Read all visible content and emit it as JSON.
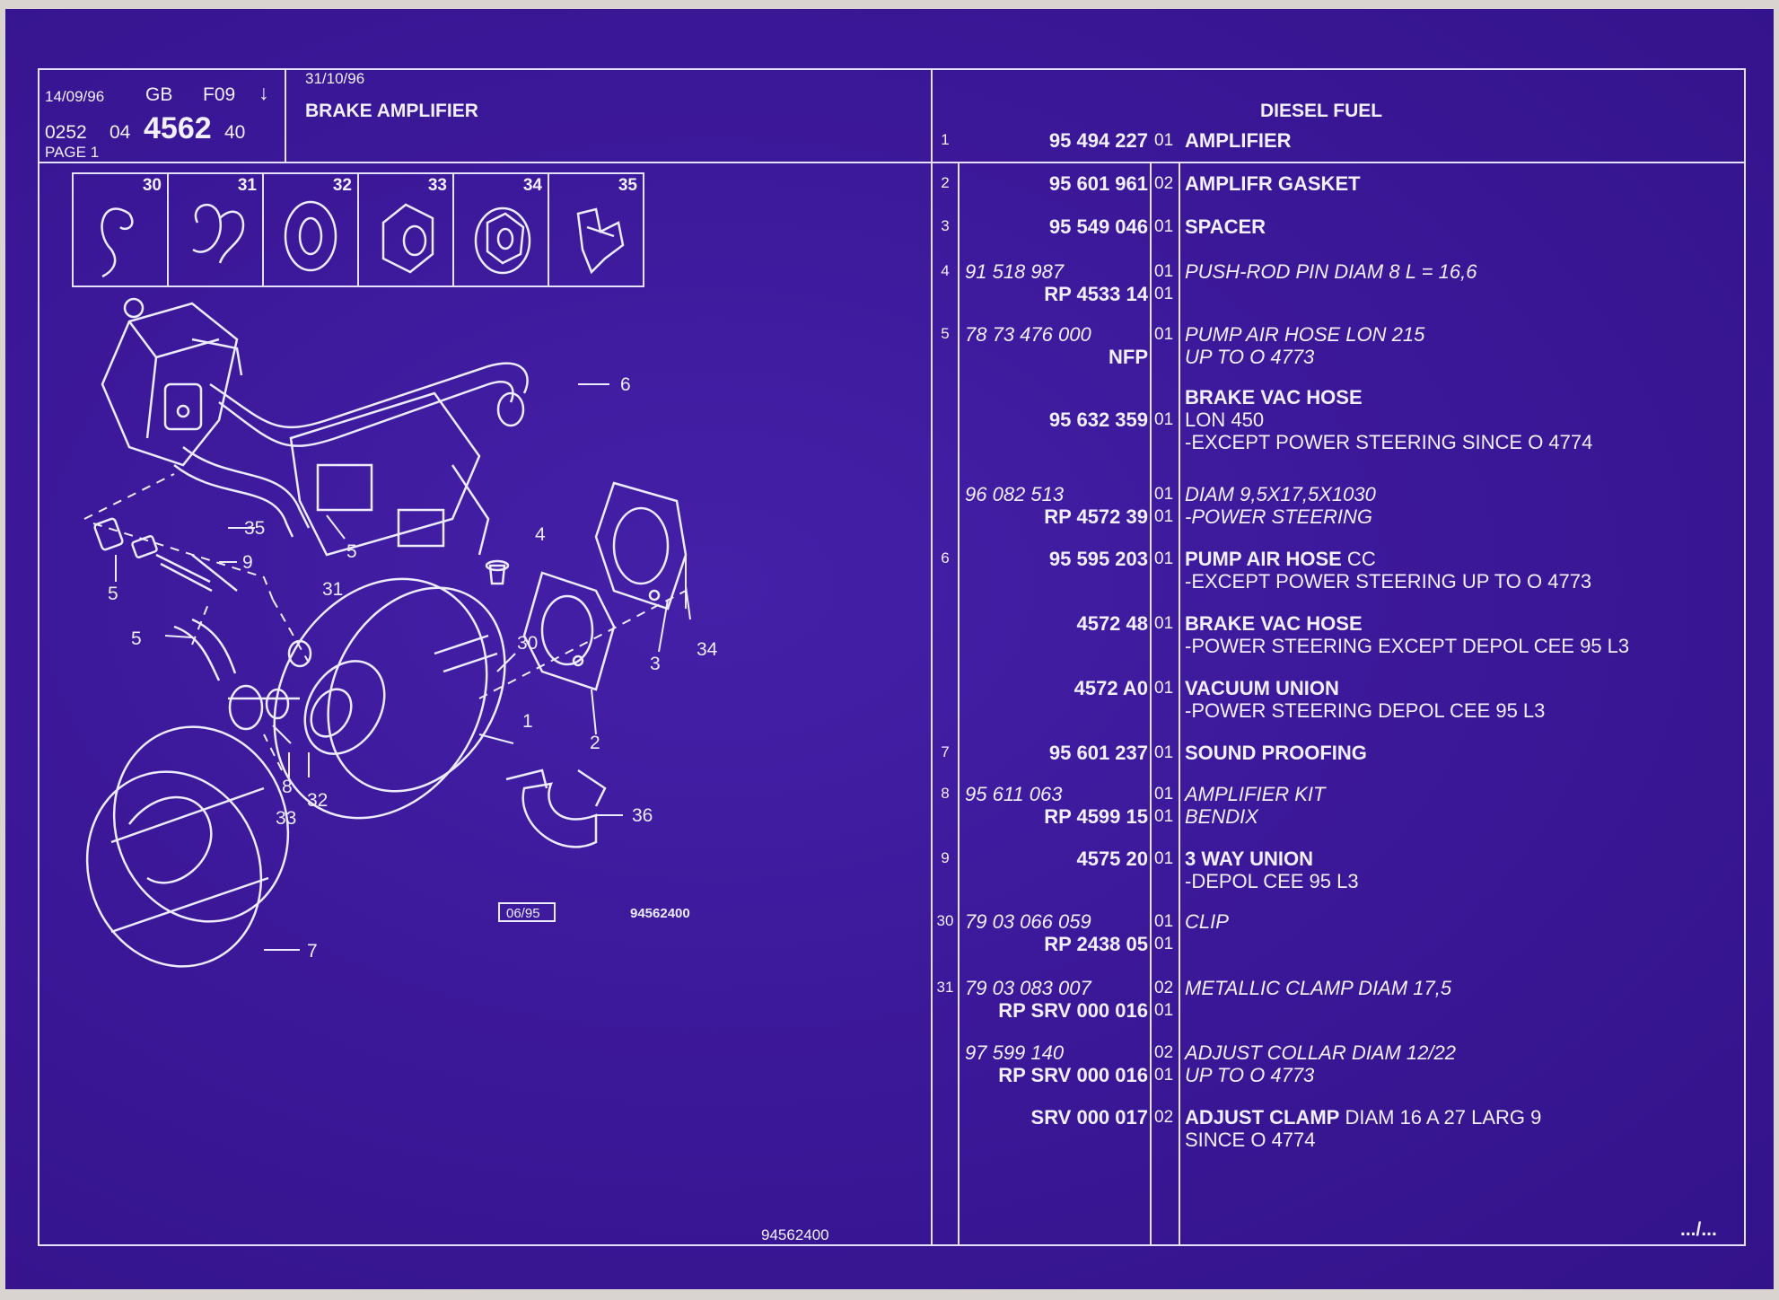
{
  "header": {
    "date1": "14/09/96",
    "lang": "GB",
    "code": "F09",
    "arrow": "↓",
    "ref_a": "0252",
    "ref_b": "04",
    "ref_big": "4562",
    "ref_c": "40",
    "page": "PAGE 1",
    "date2": "31/10/96",
    "title": "BRAKE AMPLIFIER",
    "engine": "DIESEL FUEL"
  },
  "detail_numbers": [
    "30",
    "31",
    "32",
    "33",
    "34",
    "35"
  ],
  "diagram": {
    "callouts": [
      "6",
      "35",
      "5",
      "9",
      "31",
      "4",
      "5",
      "30",
      "34",
      "3",
      "2",
      "1",
      "8",
      "33",
      "32",
      "7",
      "36",
      "5"
    ],
    "edition": "06/95",
    "drawing_ref": "94562400",
    "footer_ref": "94562400"
  },
  "parts": [
    {
      "ref": "1",
      "lines": [
        {
          "num": "95 494 227",
          "qty": "01",
          "desc": "AMPLIFIER",
          "bold": true
        }
      ]
    },
    {
      "ref": "2",
      "lines": [
        {
          "num": "95 601 961",
          "qty": "02",
          "desc": "AMPLIFR GASKET",
          "bold": true
        }
      ]
    },
    {
      "ref": "3",
      "lines": [
        {
          "num": "95 549 046",
          "qty": "01",
          "desc": "SPACER",
          "bold": true
        }
      ]
    },
    {
      "ref": "4",
      "lines": [
        {
          "num": "91 518 987",
          "qty": "01",
          "desc": "PUSH-ROD PIN DIAM 8 L = 16,6",
          "italic": true
        },
        {
          "num": "RP  4533 14",
          "qty": "01",
          "desc": ""
        }
      ]
    },
    {
      "ref": "5",
      "lines": [
        {
          "num": "78 73 476 000",
          "qty": "01",
          "desc": "PUMP AIR HOSE LON 215",
          "italic": true
        },
        {
          "num": "NFP",
          "qty": "",
          "desc": "UP  TO  O  4773",
          "italic": true
        }
      ]
    },
    {
      "ref": "",
      "lines": [
        {
          "num": "",
          "qty": "",
          "desc": "BRAKE VAC HOSE",
          "bold": true
        },
        {
          "num": "95 632 359",
          "qty": "01",
          "desc": "LON 450"
        },
        {
          "num": "",
          "qty": "",
          "desc": "-EXCEPT  POWER STEERING SINCE  O  4774"
        }
      ]
    },
    {
      "ref": "",
      "lines": [
        {
          "num": "96 082 513",
          "qty": "01",
          "desc": "DIAM 9,5X17,5X1030",
          "italic": true
        },
        {
          "num": "RP  4572 39",
          "qty": "01",
          "desc": "-POWER STEERING",
          "italic": true
        }
      ]
    },
    {
      "ref": "6",
      "lines": [
        {
          "num": "95 595 203",
          "qty": "01",
          "desc": "PUMP AIR HOSE",
          "bold": true,
          "suffix": " CC"
        },
        {
          "num": "",
          "qty": "",
          "desc": "-EXCEPT  POWER STEERING UP  TO  O  4773"
        }
      ]
    },
    {
      "ref": "",
      "lines": [
        {
          "num": "4572 48",
          "qty": "01",
          "desc": "BRAKE VAC HOSE",
          "bold": true
        },
        {
          "num": "",
          "qty": "",
          "desc": "-POWER STEERING EXCEPT  DEPOL CEE 95 L3"
        }
      ]
    },
    {
      "ref": "",
      "lines": [
        {
          "num": "4572 A0",
          "qty": "01",
          "desc": "VACUUM UNION",
          "bold": true
        },
        {
          "num": "",
          "qty": "",
          "desc": "-POWER STEERING DEPOL CEE 95 L3"
        }
      ]
    },
    {
      "ref": "7",
      "lines": [
        {
          "num": "95 601 237",
          "qty": "01",
          "desc": "SOUND PROOFING",
          "bold": true
        }
      ]
    },
    {
      "ref": "8",
      "lines": [
        {
          "num": "95 611 063",
          "qty": "01",
          "desc": "AMPLIFIER KIT",
          "italic": true
        },
        {
          "num": "RP  4599 15",
          "qty": "01",
          "desc": "BENDIX",
          "italic": true
        }
      ]
    },
    {
      "ref": "9",
      "lines": [
        {
          "num": "4575 20",
          "qty": "01",
          "desc": "3 WAY UNION",
          "bold": true
        },
        {
          "num": "",
          "qty": "",
          "desc": "-DEPOL CEE 95 L3"
        }
      ]
    },
    {
      "ref": "30",
      "lines": [
        {
          "num": "79 03 066 059",
          "qty": "01",
          "desc": "CLIP",
          "italic": true
        },
        {
          "num": "RP  2438 05",
          "qty": "01",
          "desc": ""
        }
      ]
    },
    {
      "ref": "31",
      "lines": [
        {
          "num": "79 03 083 007",
          "qty": "02",
          "desc": "METALLIC CLAMP DIAM 17,5",
          "italic": true
        },
        {
          "num": "RP  SRV 000 016",
          "qty": "01",
          "desc": ""
        }
      ]
    },
    {
      "ref": "",
      "lines": [
        {
          "num": "97 599 140",
          "qty": "02",
          "desc": "ADJUST COLLAR DIAM 12/22",
          "italic": true
        },
        {
          "num": "RP  SRV 000 016",
          "qty": "01",
          "desc": "UP  TO  O  4773",
          "italic": true
        }
      ]
    },
    {
      "ref": "",
      "lines": [
        {
          "num": "SRV 000 017",
          "qty": "02",
          "desc": "ADJUST CLAMP",
          "bold": true,
          "suffix": " DIAM 16 A 27 LARG 9"
        },
        {
          "num": "",
          "qty": "",
          "desc": "SINCE  O  4774"
        }
      ]
    }
  ],
  "continued": ".../...",
  "colors": {
    "sheet": "#3b1a9a",
    "line": "#e6e0ff",
    "text": "#f2efff"
  }
}
